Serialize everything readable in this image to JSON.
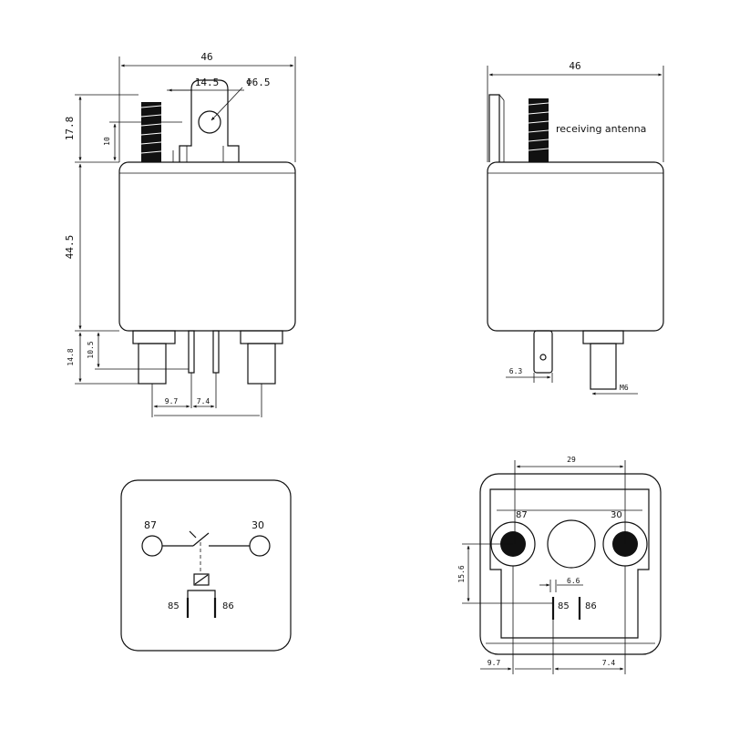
{
  "front_view": {
    "width_label": "46",
    "tab_width_label": "14.5",
    "hole_label": "Φ6.5",
    "top_height_label": "17.8",
    "tab_height_label": "10",
    "body_height_label": "44.5",
    "pin_length_label": "14.8",
    "pin_short_label": "10.5",
    "pin_gap_a_label": "9.7",
    "pin_gap_b_label": "7.4"
  },
  "side_view": {
    "width_label": "46",
    "antenna_label": "receiving antenna",
    "tab_width_label": "6.3",
    "stud_label": "M6"
  },
  "schematic": {
    "pin_87": "87",
    "pin_30": "30",
    "pin_85": "85",
    "pin_86": "86"
  },
  "bottom_view": {
    "spacing_label": "29",
    "pin_87": "87",
    "pin_30": "30",
    "pin_85": "85",
    "pin_86": "86",
    "vertical_label": "15.6",
    "small_gap_label": "6.6",
    "gap_a_label": "9.7",
    "gap_b_label": "7.4"
  }
}
